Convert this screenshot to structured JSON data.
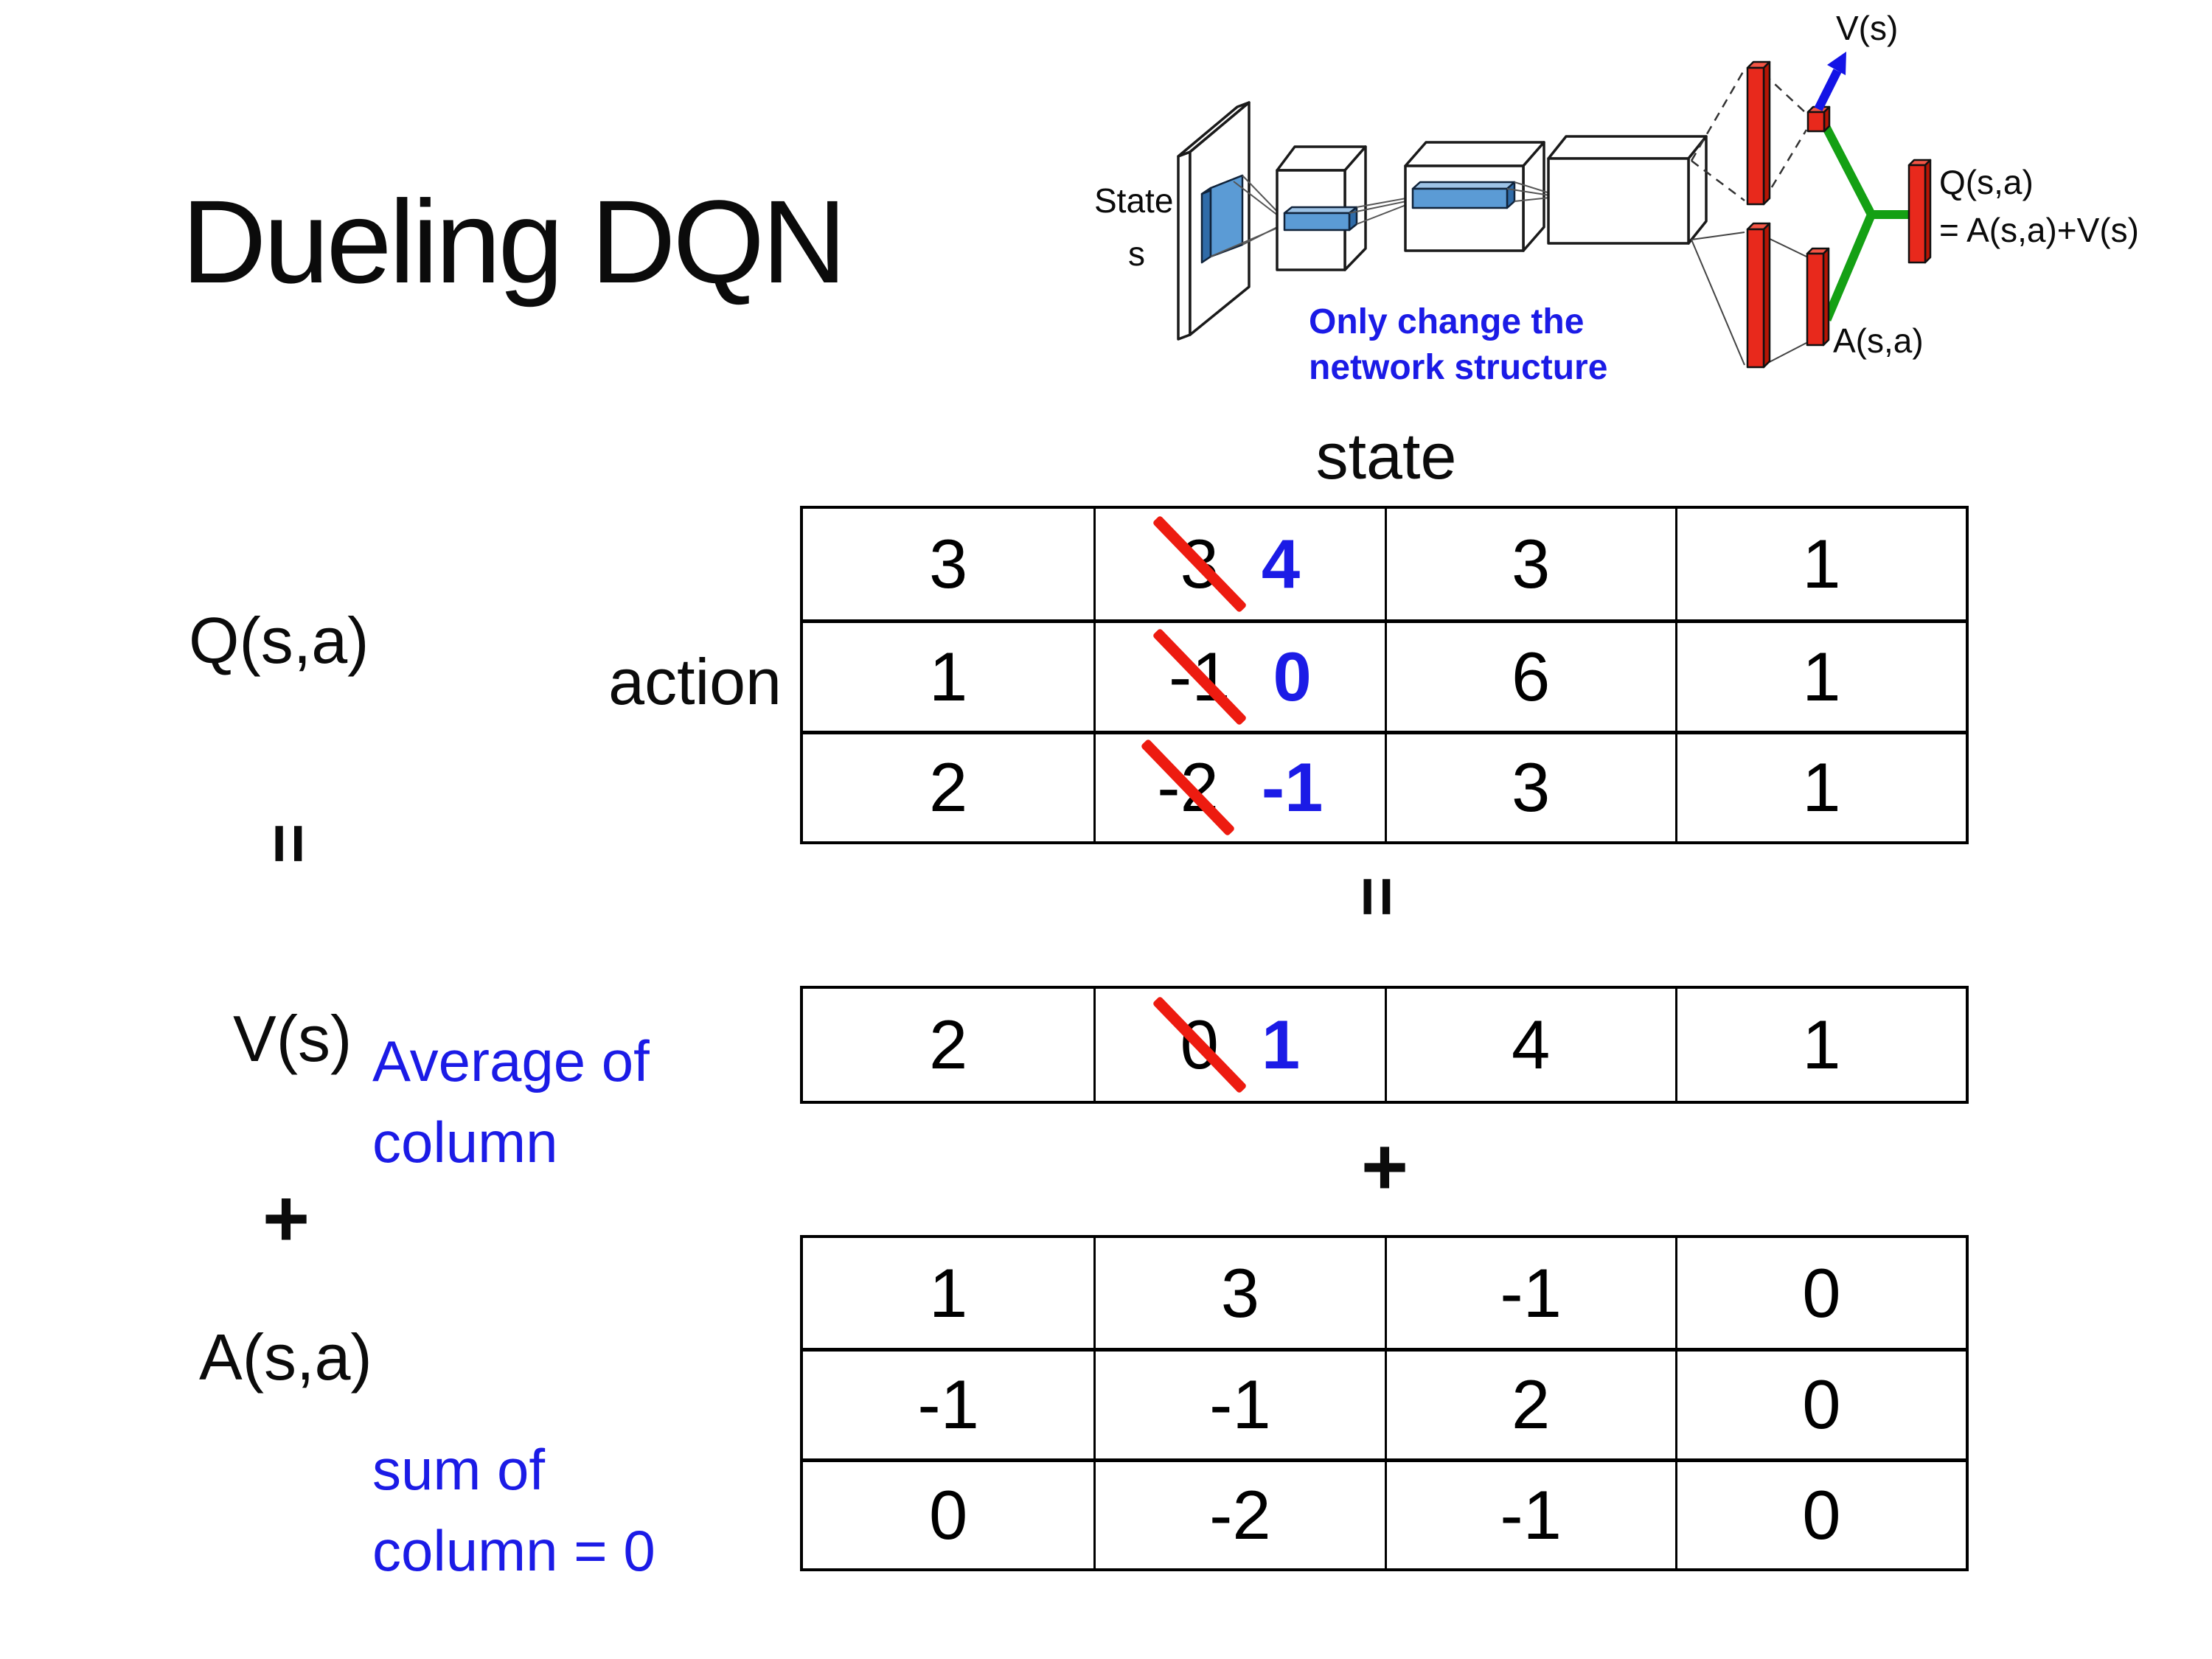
{
  "slide": {
    "title": "Dueling DQN"
  },
  "colors": {
    "annotation_blue": "#1b1be6",
    "strike_red": "#ed1b10",
    "merge_green": "#14a014",
    "layer_blue": "#5b9bd5",
    "bar_red": "#e8291c"
  },
  "diagram": {
    "input_label_line1": "State",
    "input_label_line2": "s",
    "note_line1": "Only change the",
    "note_line2": "network structure",
    "value_output_label": "V(s)",
    "q_output_label_line1": "Q(s,a)",
    "q_output_label_line2": "= A(s,a)+V(s)",
    "advantage_output_label": "A(s,a)"
  },
  "decomposition": {
    "q_matrix_label": "Q(s,a)",
    "equals_symbol": "=",
    "plus_symbol": "+",
    "v_vector_label": "V(s)",
    "a_matrix_label": "A(s,a)",
    "state_axis_label": "state",
    "action_axis_label": "action",
    "v_note_line1": "Average of",
    "v_note_line2": "column",
    "a_note_line1": "sum of",
    "a_note_line2": "column = 0",
    "q_table": {
      "rows": [
        [
          {
            "value": "3"
          },
          {
            "old": "3",
            "new": "4"
          },
          {
            "value": "3"
          },
          {
            "value": "1"
          }
        ],
        [
          {
            "value": "1"
          },
          {
            "old": "-1",
            "new": "0"
          },
          {
            "value": "6"
          },
          {
            "value": "1"
          }
        ],
        [
          {
            "value": "2"
          },
          {
            "old": "-2",
            "new": "-1"
          },
          {
            "value": "3"
          },
          {
            "value": "1"
          }
        ]
      ]
    },
    "v_row": {
      "cells": [
        {
          "value": "2"
        },
        {
          "old": "0",
          "new": "1"
        },
        {
          "value": "4"
        },
        {
          "value": "1"
        }
      ]
    },
    "a_table": {
      "rows": [
        [
          {
            "value": "1"
          },
          {
            "value": "3"
          },
          {
            "value": "-1"
          },
          {
            "value": "0"
          }
        ],
        [
          {
            "value": "-1"
          },
          {
            "value": "-1"
          },
          {
            "value": "2"
          },
          {
            "value": "0"
          }
        ],
        [
          {
            "value": "0"
          },
          {
            "value": "-2"
          },
          {
            "value": "-1"
          },
          {
            "value": "0"
          }
        ]
      ]
    }
  }
}
